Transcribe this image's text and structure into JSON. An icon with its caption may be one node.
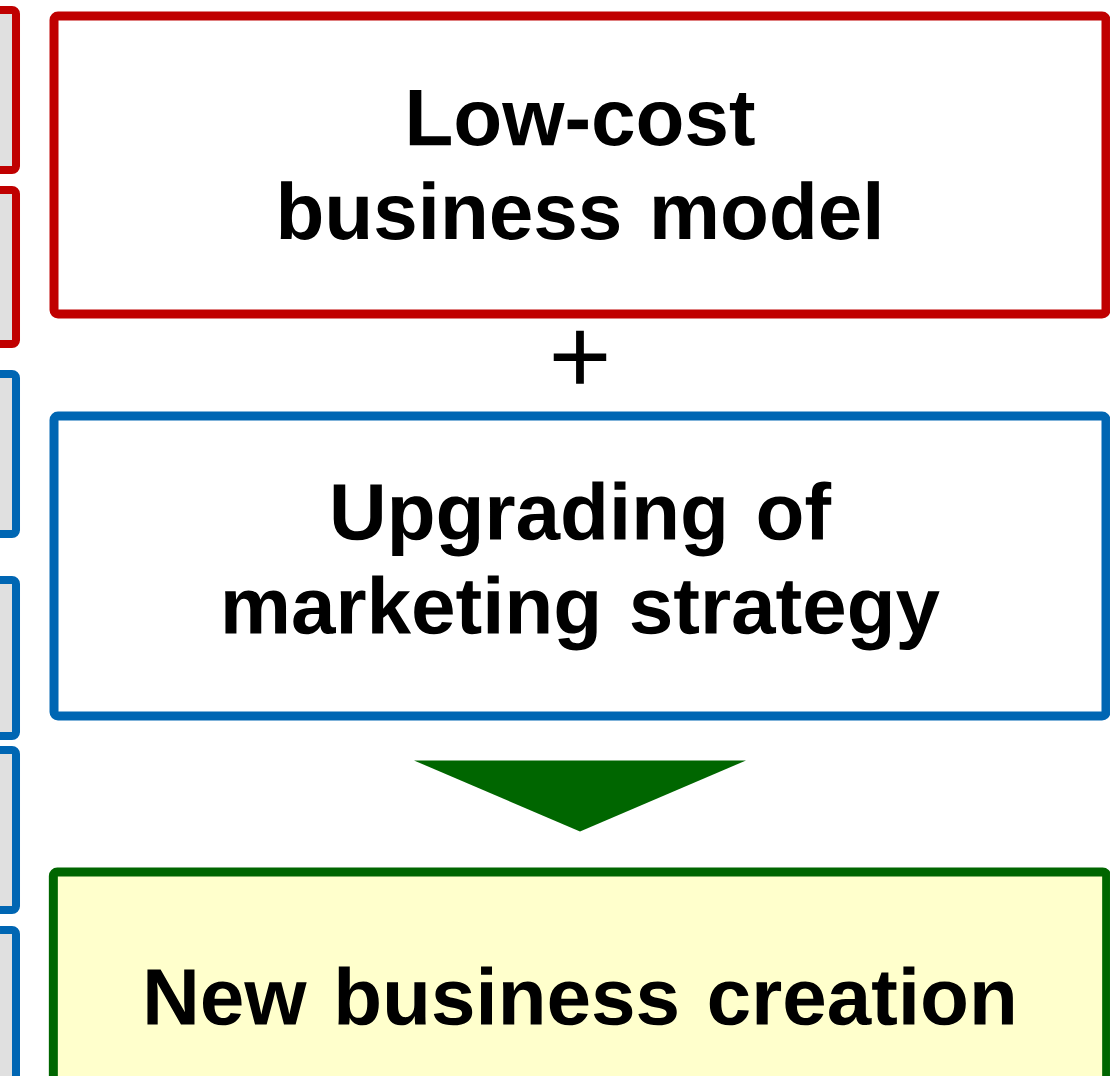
{
  "diagram": {
    "nodes": [
      {
        "text": [],
        "shape": "box"
      },
      {
        "text": [],
        "shape": "box"
      },
      {
        "text": [],
        "shape": "box"
      },
      {
        "text": [],
        "shape": "box"
      },
      {
        "text": [],
        "shape": "box"
      },
      {
        "text": [],
        "shape": "box"
      },
      {
        "text": [
          "Low-cost business model"
        ]
      },
      {
        "text": [
          "Upgrading of marketing strategy"
        ]
      },
      {
        "text": [
          "New business creation"
        ]
      }
    ],
    "edges": [
      {
        "from": 7,
        "to": 8,
        "arrow": "to"
      }
    ],
    "labels": [
      "+"
    ]
  }
}
